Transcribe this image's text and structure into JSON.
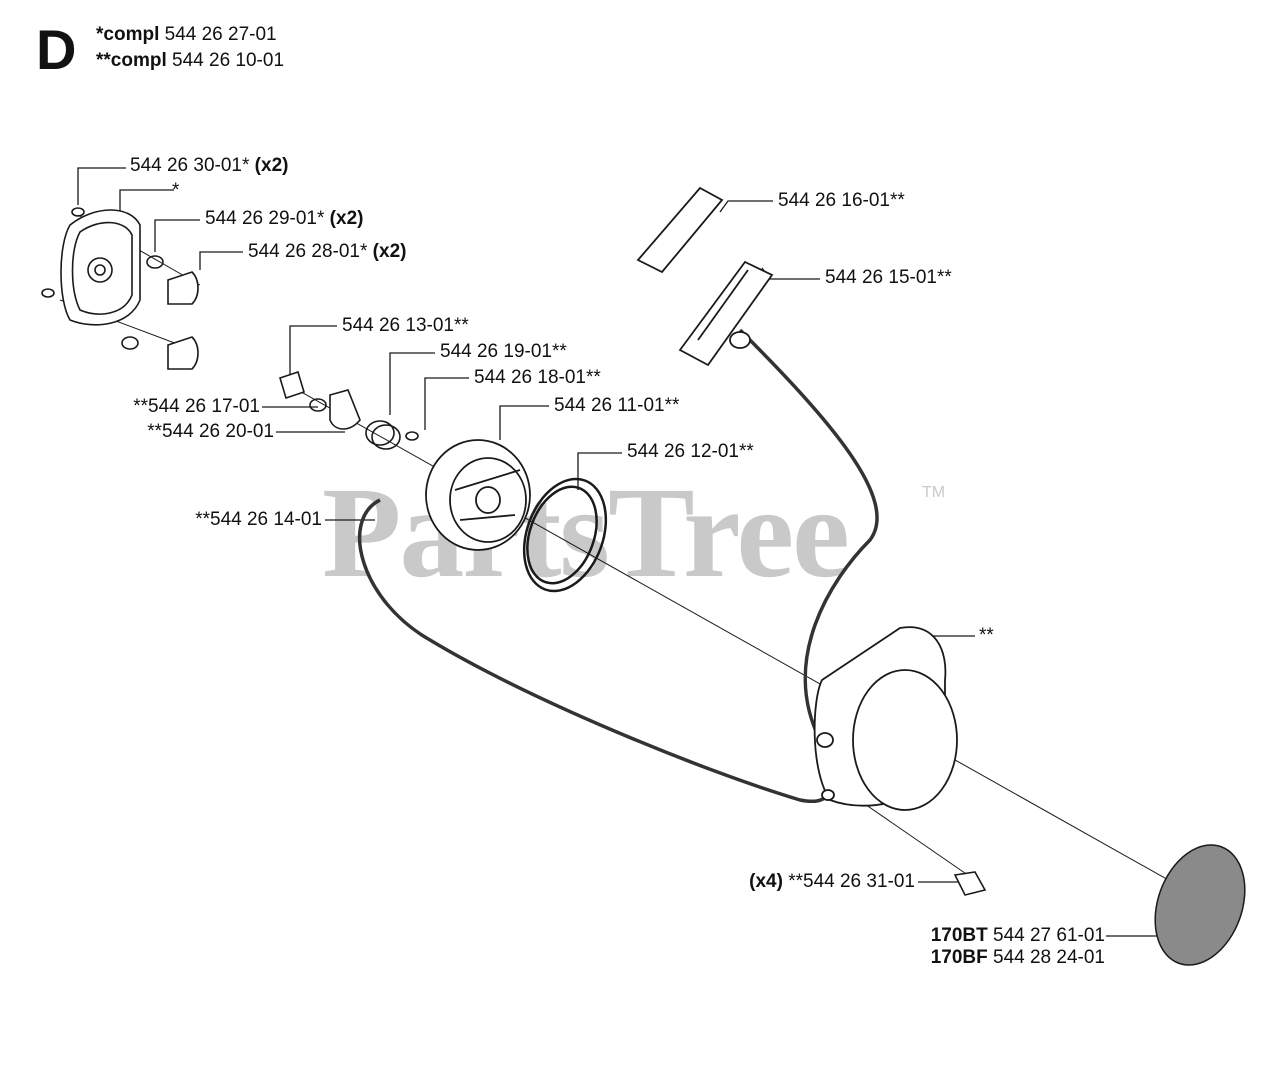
{
  "section_letter": "D",
  "header": {
    "line1_prefix": "*compl",
    "line1_number": "544 26 27-01",
    "line2_prefix": "**compl",
    "line2_number": "544 26 10-01"
  },
  "watermark": {
    "text": "PartsTree",
    "tm": "TM"
  },
  "labels": {
    "p3001": {
      "text": "544 26 30-01*",
      "qty": "(x2)"
    },
    "star": {
      "text": "*"
    },
    "p2901": {
      "text": "544 26 29-01*",
      "qty": "(x2)"
    },
    "p2801": {
      "text": "544 26 28-01*",
      "qty": "(x2)"
    },
    "p1301": {
      "text": "544 26 13-01**"
    },
    "p1901": {
      "text": "544 26 19-01**"
    },
    "p1801": {
      "text": "544 26 18-01**"
    },
    "p1701": {
      "text": "**544 26 17-01"
    },
    "p2001": {
      "text": "**544 26 20-01"
    },
    "p1101": {
      "text": "544 26 11-01**"
    },
    "p1201": {
      "text": "544 26 12-01**"
    },
    "p1401": {
      "text": "**544 26 14-01"
    },
    "p1601": {
      "text": "544 26 16-01**"
    },
    "p1501": {
      "text": "544 26 15-01**"
    },
    "housing": {
      "text": "**"
    },
    "p3101": {
      "qty": "(x4)",
      "text": "**544 26 31-01"
    },
    "bt": {
      "model": "170BT",
      "text": "544 27 61-01"
    },
    "bf": {
      "model": "170BF",
      "text": "544 28 24-01"
    }
  }
}
